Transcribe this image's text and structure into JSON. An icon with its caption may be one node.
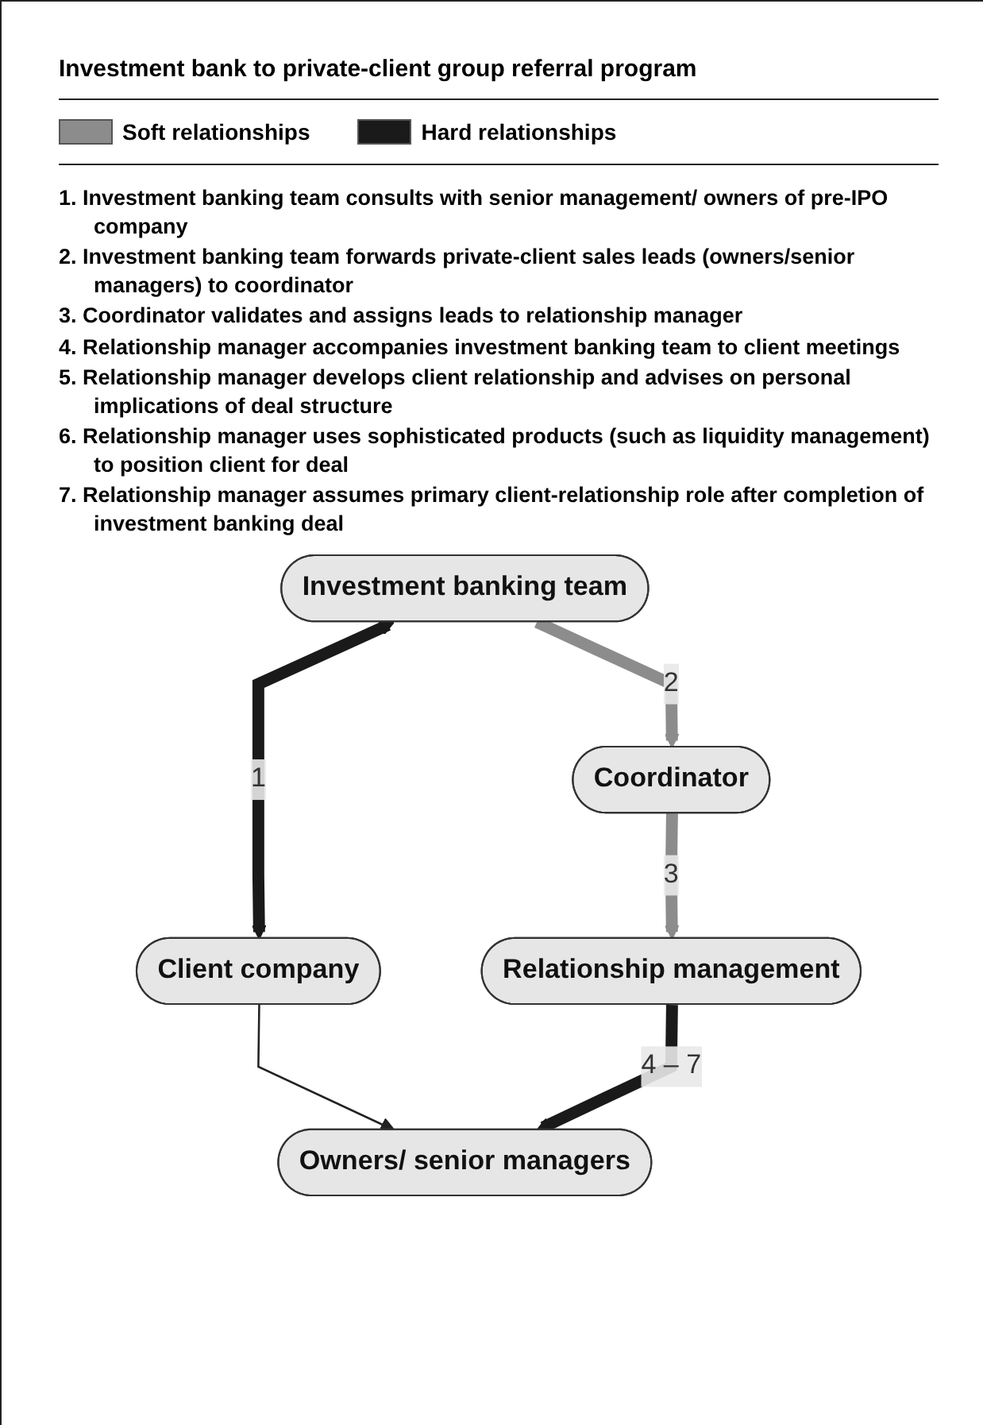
{
  "diagram": {
    "title": "Investment bank to private-client group referral program",
    "nodes": [
      {
        "text": [
          "Investment banking team"
        ]
      },
      {
        "text": [
          "Client company"
        ]
      },
      {
        "text": [
          "Coordinator"
        ]
      },
      {
        "text": [
          "Owners/ senior managers"
        ]
      },
      {
        "text": [
          "Relationship management"
        ]
      }
    ],
    "edges": [
      {
        "from": 0,
        "to": 1,
        "arrow": "both",
        "label": "1",
        "color": "#1a1a1a"
      },
      {
        "from": 0,
        "to": 2,
        "arrow": "to",
        "label": "2",
        "color": "#8c8c8c"
      },
      {
        "from": 1,
        "to": 3,
        "arrow": "to"
      },
      {
        "from": 2,
        "to": 4,
        "arrow": "to",
        "label": "3",
        "color": "#8c8c8c"
      },
      {
        "from": 4,
        "to": 3,
        "arrow": "to",
        "label": "4 – 7",
        "color": "#1a1a1a"
      }
    ],
    "labels": [
      "1. Investment banking team consults with senior management/ owners of pre-IPO company",
      "2. Investment banking team forwards private-client sales leads (owners/senior managers) to coordinator",
      "3. Coordinator validates and assigns leads to relationship manager",
      "4. Relationship manager accompanies investment banking team to client meetings",
      "5. Relationship manager develops client relationship and advises on personal implications of deal structure",
      "6. Relationship manager uses sophisticated products (such as liquidity management) to position client for deal",
      "7. Relationship manager assumes primary client-relationship role after completion of investment banking deal"
    ],
    "legend": [
      {
        "text": "Soft relationships",
        "color": "#8c8c8c"
      },
      {
        "text": "Hard relationships",
        "color": "#1a1a1a"
      }
    ]
  }
}
